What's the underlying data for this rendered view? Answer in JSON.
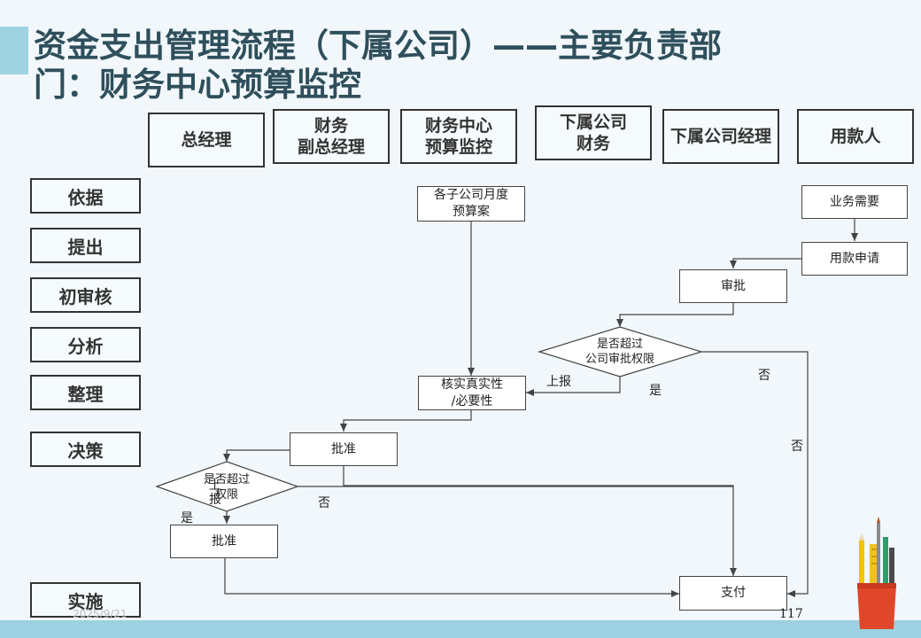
{
  "title": "资金支出管理流程（下属公司）——主要负责部门：财务中心预算监控",
  "lanes": [
    "总经理",
    "财务\n副总经理",
    "财务中心\n预算监控",
    "下属公司\n财务",
    "下属公司经理",
    "用款人"
  ],
  "rows": [
    "依据",
    "提出",
    "初审核",
    "分析",
    "整理",
    "决策",
    "实施"
  ],
  "nodes": {
    "budget": "各子公司月度\n预算案",
    "business_need": "业务需要",
    "apply": "用款申请",
    "review": "审批",
    "decision1": "是否超过\n公司审批权限",
    "verify": "核实真实性\n/必要性",
    "approve1": "批准",
    "decision2": "是否超过\n权限",
    "approve2": "批准",
    "pay": "支付"
  },
  "labels": {
    "report1": "上报",
    "yes1": "是",
    "no1": "否",
    "no_right": "否",
    "report2": "上\n报",
    "no2": "否",
    "yes2": "是"
  },
  "footer": {
    "date": "2025/9/21",
    "page": "117"
  },
  "colors": {
    "accent": "#9fd3e2",
    "band": "#9bd1e0",
    "title": "#2f4f5c"
  }
}
